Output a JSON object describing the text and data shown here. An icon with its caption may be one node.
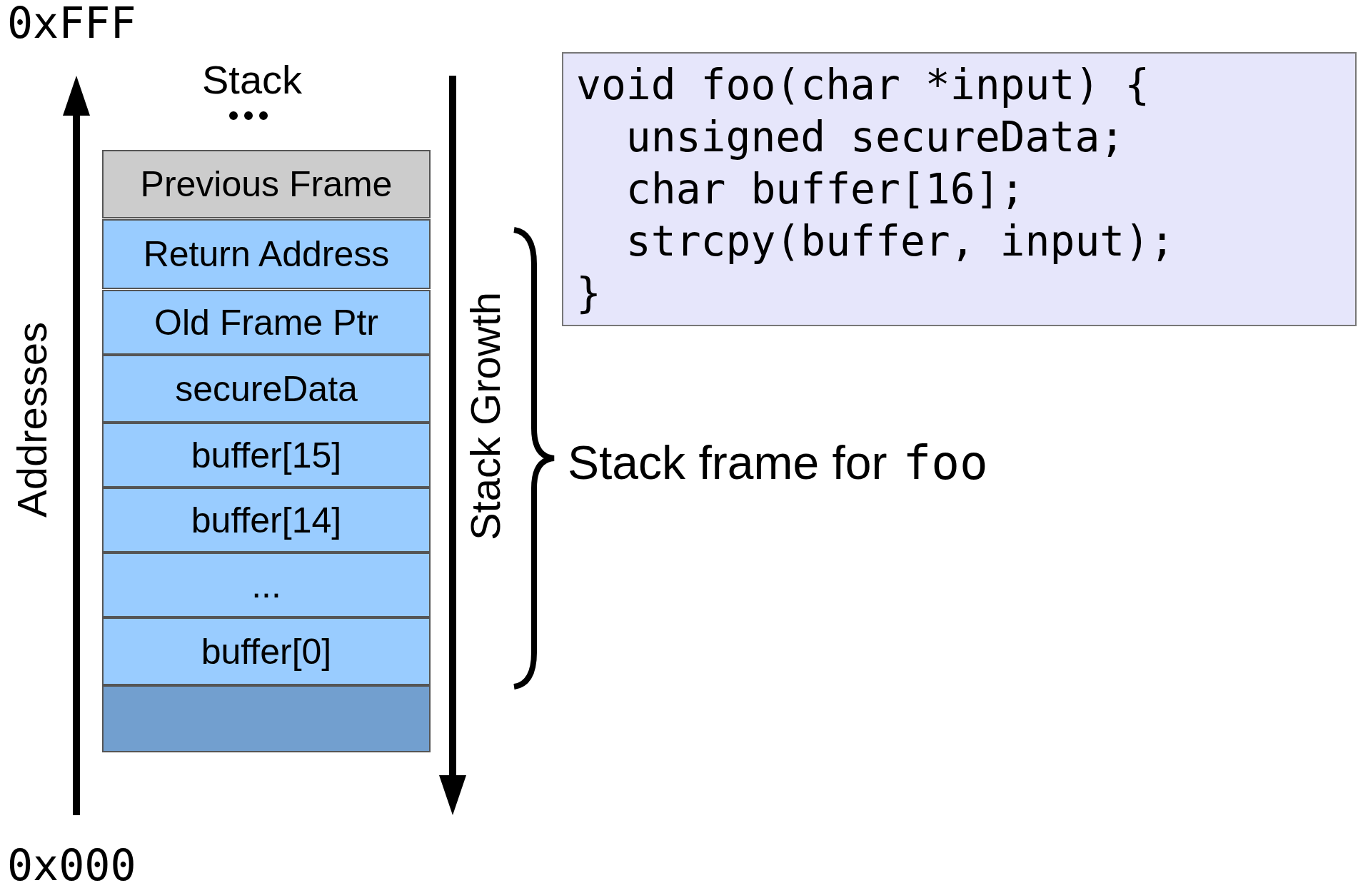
{
  "diagram": {
    "nodes": [
      {
        "text": [
          "Previous Frame"
        ]
      },
      {
        "text": [
          "Return Address"
        ]
      },
      {
        "text": [
          "Old Frame Ptr"
        ]
      },
      {
        "text": [
          "secureData"
        ]
      },
      {
        "text": [
          "buffer[15]"
        ]
      },
      {
        "text": [
          "buffer[14]"
        ]
      },
      {
        "text": [
          "..."
        ]
      },
      {
        "text": [
          "buffer[0]"
        ]
      },
      {
        "text": [],
        "shape": "box"
      },
      {
        "text": [
          "void foo(char *input) {",
          "  unsigned secureData;",
          "  char buffer[16];",
          "  strcpy(buffer, input);",
          "}"
        ]
      }
    ],
    "labels": [
      "0xFFF",
      "Stack",
      "Addresses",
      "Stack Growth",
      "Stack frame for",
      "foo",
      "0x000"
    ]
  }
}
